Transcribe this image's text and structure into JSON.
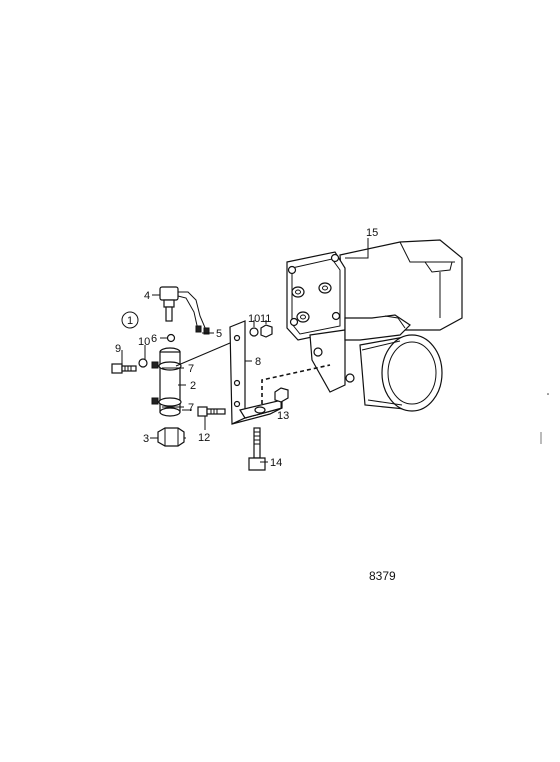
{
  "callouts": {
    "c1": "1",
    "c2": "2",
    "c3": "3",
    "c4": "4",
    "c5": "5",
    "c6": "6",
    "c7a": "7",
    "c7b": "7",
    "c8": "8",
    "c9": "9",
    "c10a": "10",
    "c10b": "10",
    "c11": "11",
    "c12": "12",
    "c13": "13",
    "c14": "14",
    "c15": "15"
  },
  "drawing_number": "8379"
}
